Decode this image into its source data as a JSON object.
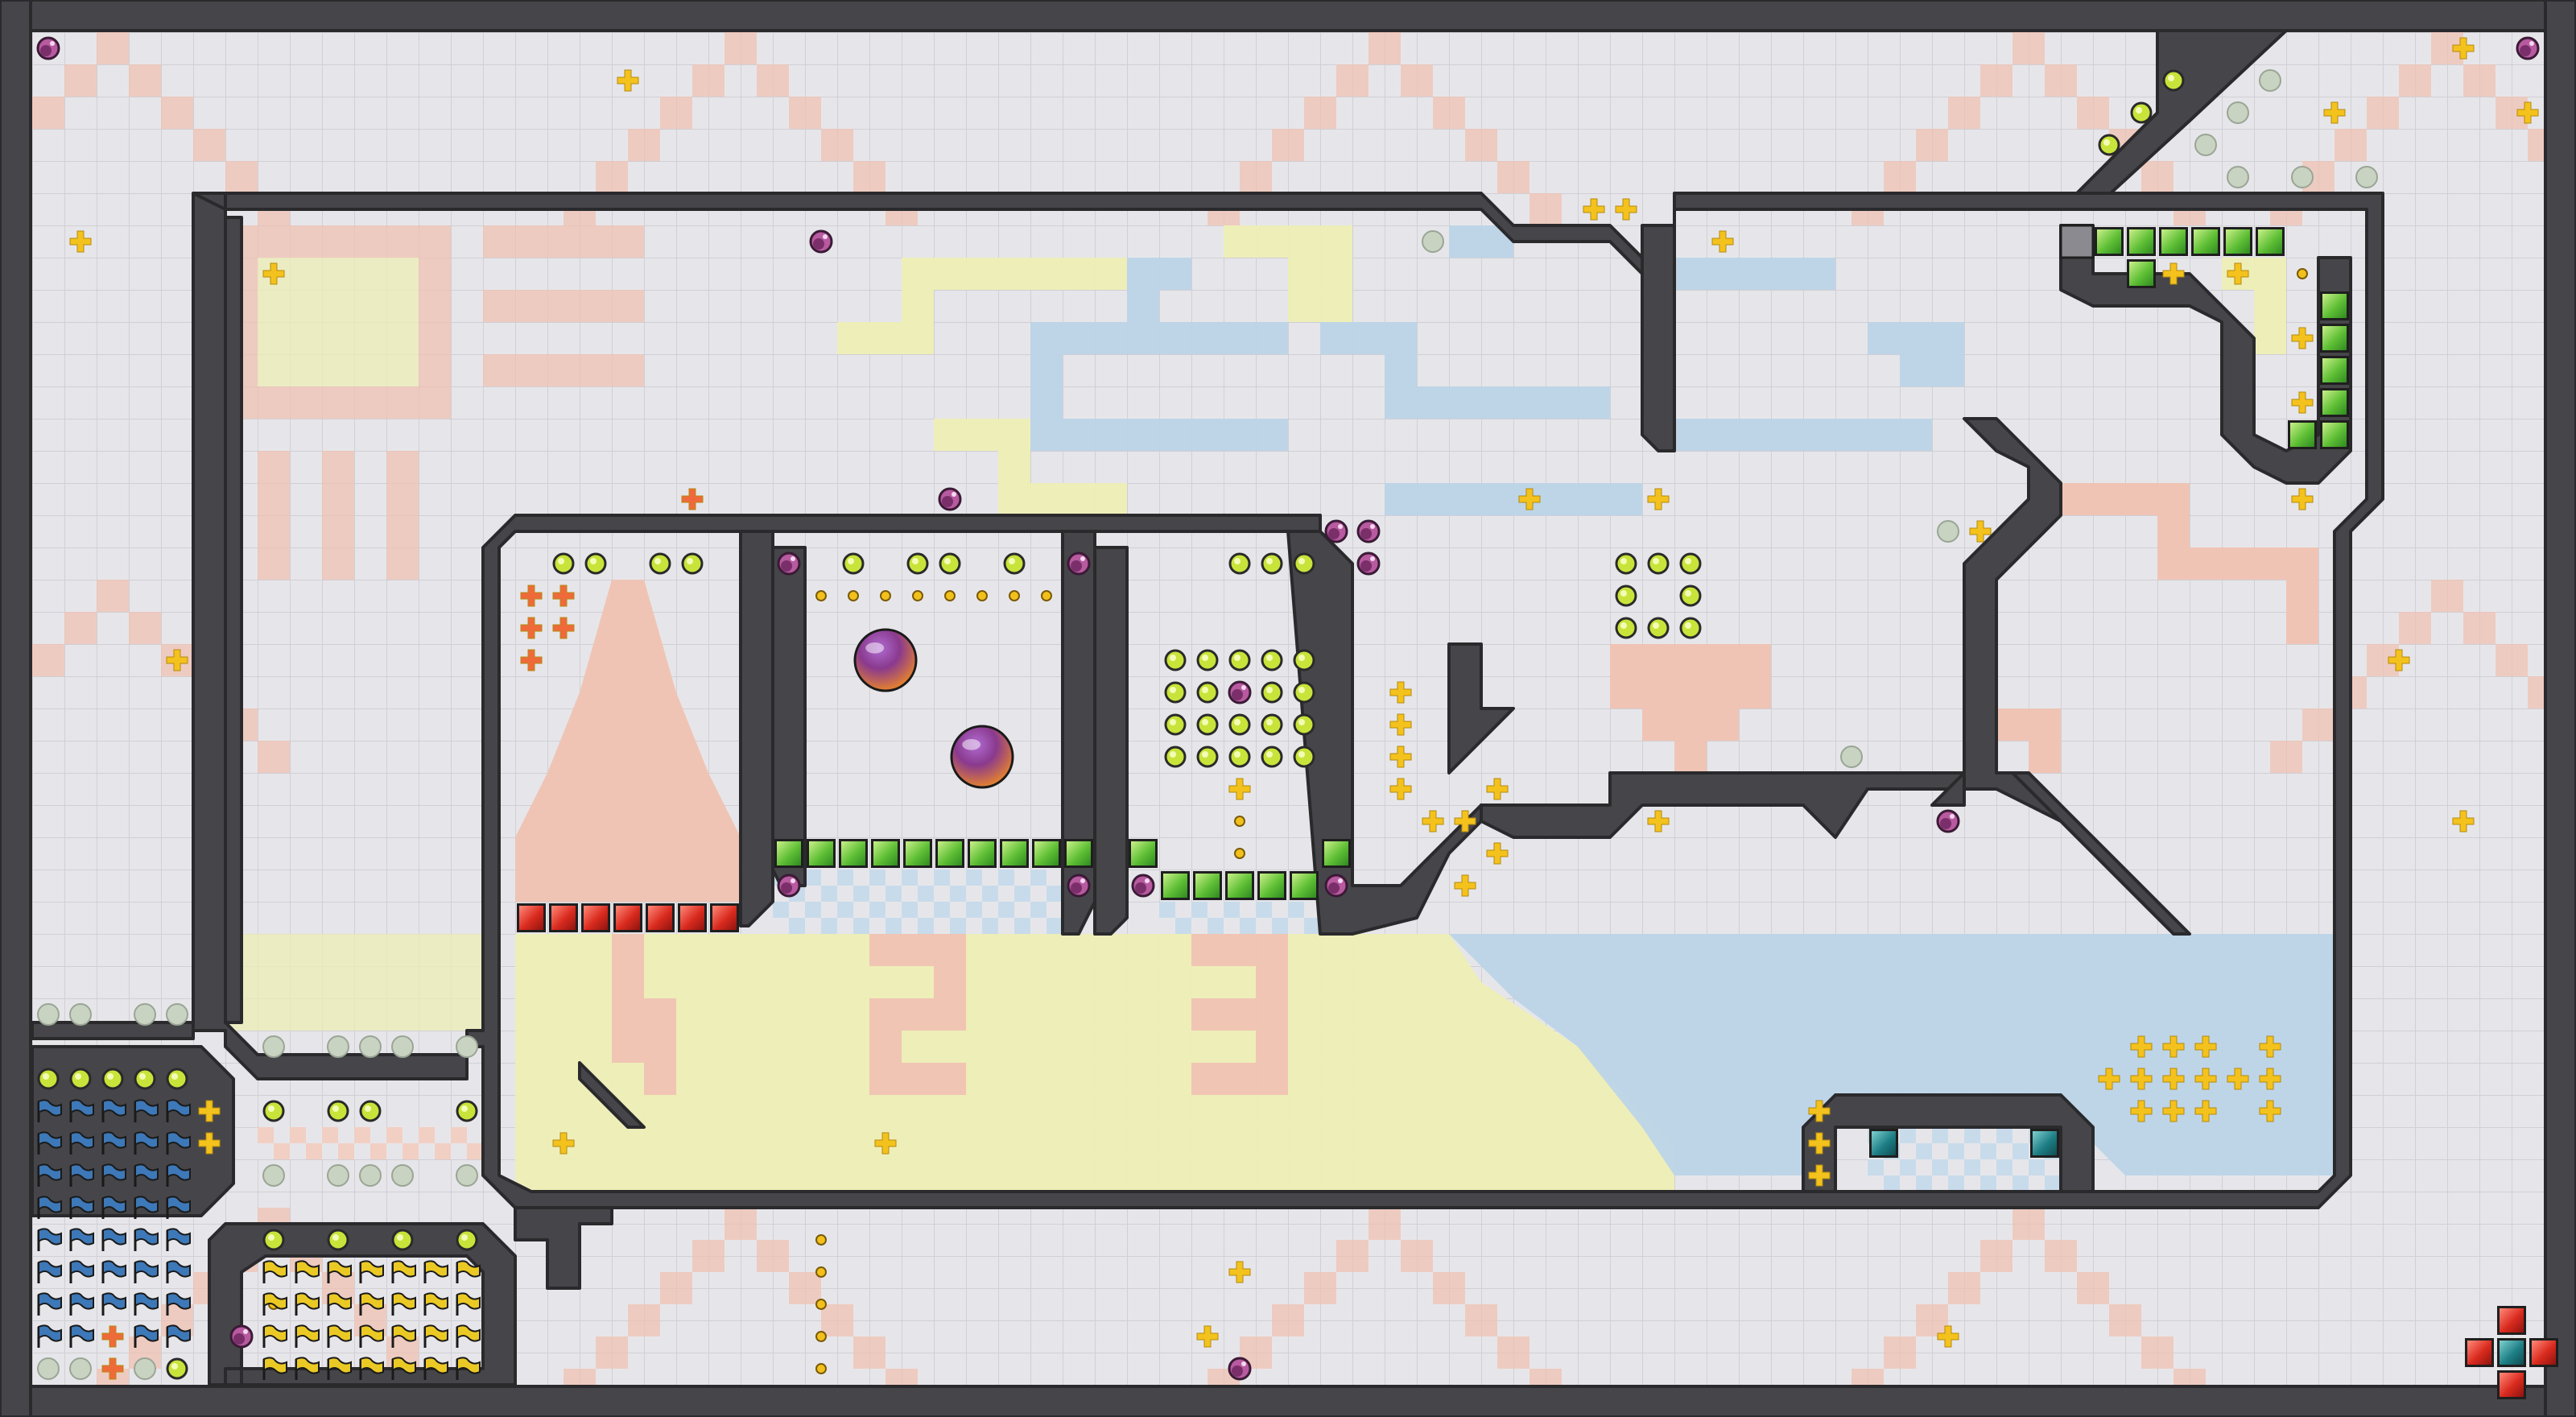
{
  "app": {
    "screen": "level-editor-map",
    "room_labels": [
      "1",
      "2",
      "3"
    ]
  },
  "colors": {
    "frame": "#4b4b4f",
    "wall": "#46464a",
    "floor": "#e6e6ea",
    "grid": "#cfcfd5",
    "pink": "#f0c2b2",
    "yellow": "#eeeeb6",
    "blue": "#bcd4e8",
    "green_block": "#5fbf35",
    "red_block": "#d92a1e",
    "teal_block": "#1e7f86",
    "coin": "#c8e43a",
    "coin_ring": "#2a2a2a",
    "plus": "#f4c21c",
    "cross_red": "#ef6a3a",
    "gem": "#7a2f6a",
    "dot": "#f2c01b",
    "grey_dot": "#c9d3c1",
    "flag_blue": "#3d78b8",
    "flag_yellow": "#ebc925",
    "ball_top": "#7b2f8e",
    "ball_bottom": "#f07a1f"
  },
  "icons": {
    "coin": "coin-icon",
    "gold_plus": "plus-pickup-icon",
    "red_cross": "cross-pickup-icon",
    "gem": "gem-icon",
    "small_dot": "dot-icon",
    "grey_dot": "grey-dot-icon",
    "blue_flag": "blue-flag-icon",
    "yellow_flag": "yellow-flag-icon",
    "ball": "ball-icon",
    "green_block": "green-block-icon",
    "red_block": "red-block-icon",
    "teal_block": "teal-block-icon",
    "dpad": "dpad-icon"
  }
}
